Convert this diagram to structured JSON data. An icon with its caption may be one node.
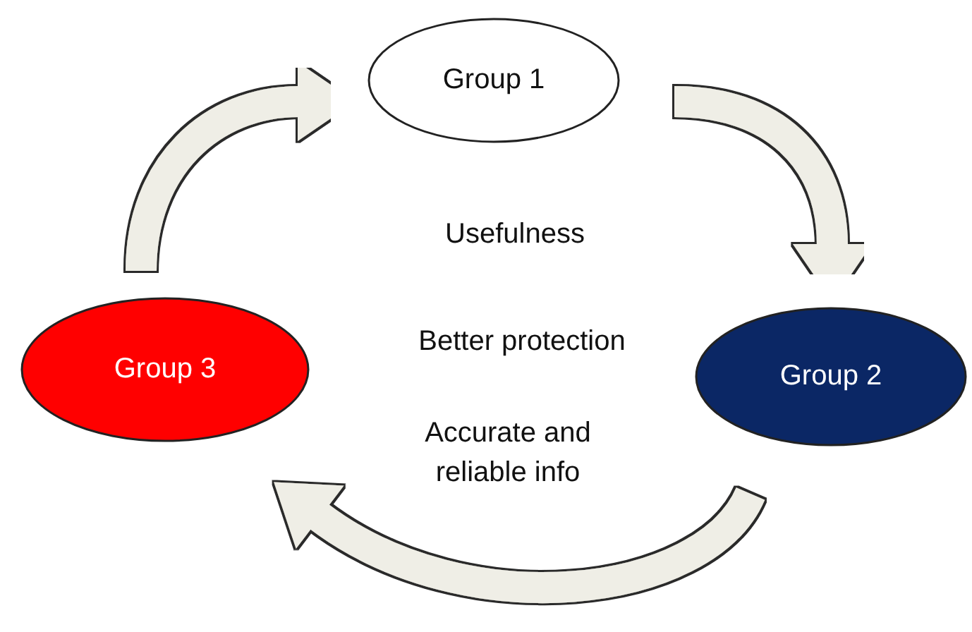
{
  "diagram": {
    "nodes": [
      {
        "text": [
          "Group 1"
        ]
      },
      {
        "text": [
          "Group 2"
        ]
      },
      {
        "text": [
          "Group 3"
        ]
      }
    ],
    "edges": [
      {
        "from": 2,
        "to": 0,
        "arrow": "to"
      },
      {
        "from": 0,
        "to": 1,
        "arrow": "to"
      },
      {
        "from": 1,
        "to": 2,
        "arrow": "to"
      }
    ],
    "labels": [
      "Usefulness",
      "Better protection",
      "Accurate and reliable info"
    ]
  }
}
